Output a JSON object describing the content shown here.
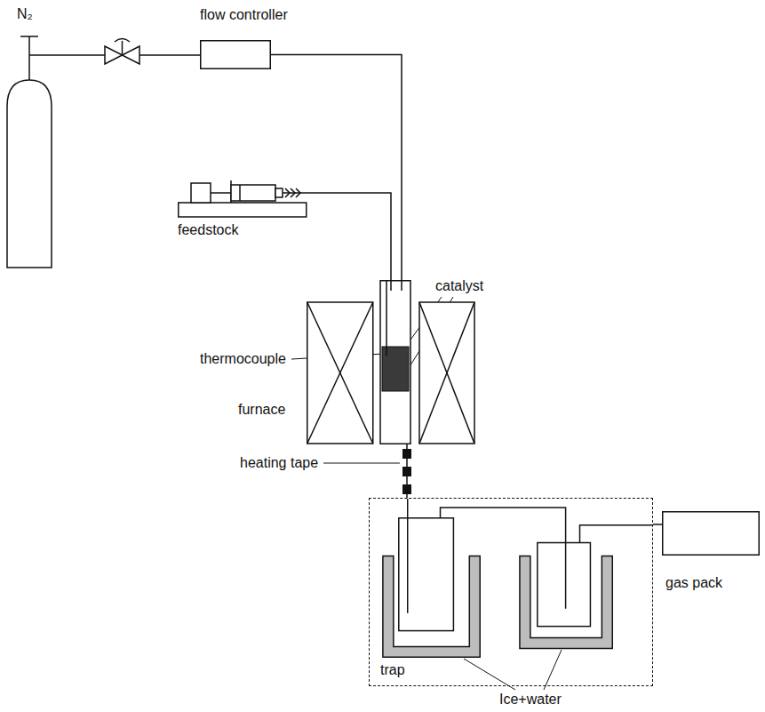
{
  "diagram": {
    "nodes": [
      {
        "text": [
          "N₂"
        ]
      },
      {
        "text": [
          "flow controller"
        ]
      },
      {
        "text": [
          "feedstock"
        ]
      },
      {
        "text": [
          "furnace"
        ]
      },
      {
        "text": [
          "trap"
        ]
      },
      {
        "text": [
          "gas pack"
        ]
      }
    ],
    "edges": [
      {
        "from": 0,
        "to": 1,
        "arrow": "none"
      },
      {
        "from": 1,
        "to": 3,
        "arrow": "none"
      },
      {
        "from": 2,
        "to": 3,
        "arrow": "none"
      },
      {
        "from": 3,
        "to": 4,
        "arrow": "none"
      },
      {
        "from": 4,
        "to": 5,
        "arrow": "none"
      }
    ],
    "labels": [
      "thermocouple",
      "catalyst",
      "heating tape",
      "Ice+water"
    ]
  }
}
